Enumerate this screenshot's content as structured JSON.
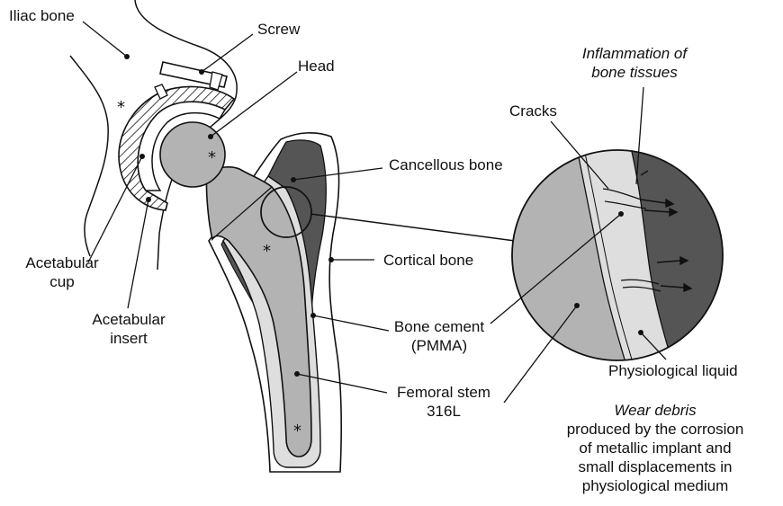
{
  "labels": {
    "iliac_bone": "Iliac bone",
    "screw": "Screw",
    "head": "Head",
    "acetabular_cup": [
      "Acetabular",
      "cup"
    ],
    "acetabular_insert": [
      "Acetabular",
      "insert"
    ],
    "cancellous_bone": "Cancellous bone",
    "cortical_bone": "Cortical bone",
    "bone_cement": [
      "Bone cement",
      "(PMMA)"
    ],
    "femoral_stem": [
      "Femoral stem",
      "316L"
    ],
    "inflammation": [
      "Inflammation of",
      "bone tissues"
    ],
    "cracks": "Cracks",
    "physiological_liquid": "Physiological liquid",
    "wear_debris_title": "Wear debris",
    "wear_debris_desc": [
      "produced by the corrosion",
      "of metallic implant and",
      "small displacements in",
      "physiological medium"
    ]
  },
  "markers": {
    "star": "*"
  },
  "colors": {
    "stem": "#b3b3b3",
    "cancellous": "#555555",
    "cement": "#dedede",
    "cortical_fill": "#ffffff",
    "outline": "#111111"
  }
}
